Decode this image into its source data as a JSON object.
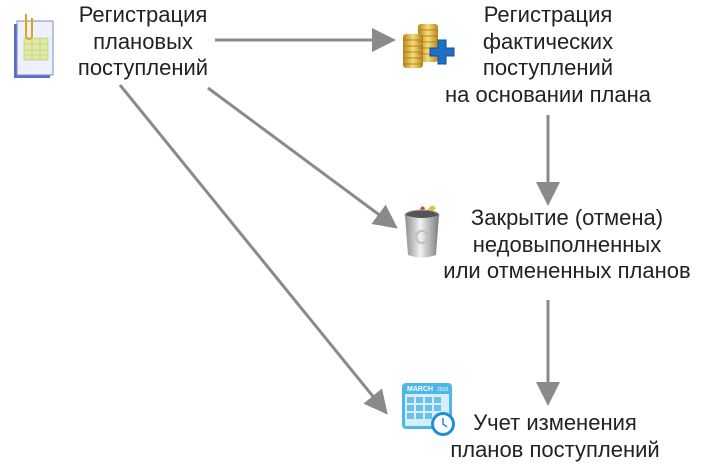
{
  "nodes": {
    "planned": {
      "lines": [
        "Регистрация",
        "плановых",
        "поступлений"
      ],
      "icon": "document-table-icon"
    },
    "actual": {
      "lines": [
        "Регистрация",
        "фактических",
        "поступлений",
        "на основании плана"
      ],
      "icon": "coins-plus-icon"
    },
    "closing": {
      "lines": [
        "Закрытие (отмена)",
        "недовыполненных",
        "или отмененных планов"
      ],
      "icon": "trash-bin-icon"
    },
    "changes": {
      "lines": [
        "Учет изменения",
        "планов поступлений"
      ],
      "icon": "calendar-clock-icon"
    }
  },
  "calendar_icon_text": {
    "month": "MARCH",
    "year": "2010"
  },
  "colors": {
    "arrow": "#8a8a8a",
    "text": "#222222",
    "calendar": "#3aa7e0",
    "plus": "#1f6fc4",
    "coins": "#d9a928"
  }
}
